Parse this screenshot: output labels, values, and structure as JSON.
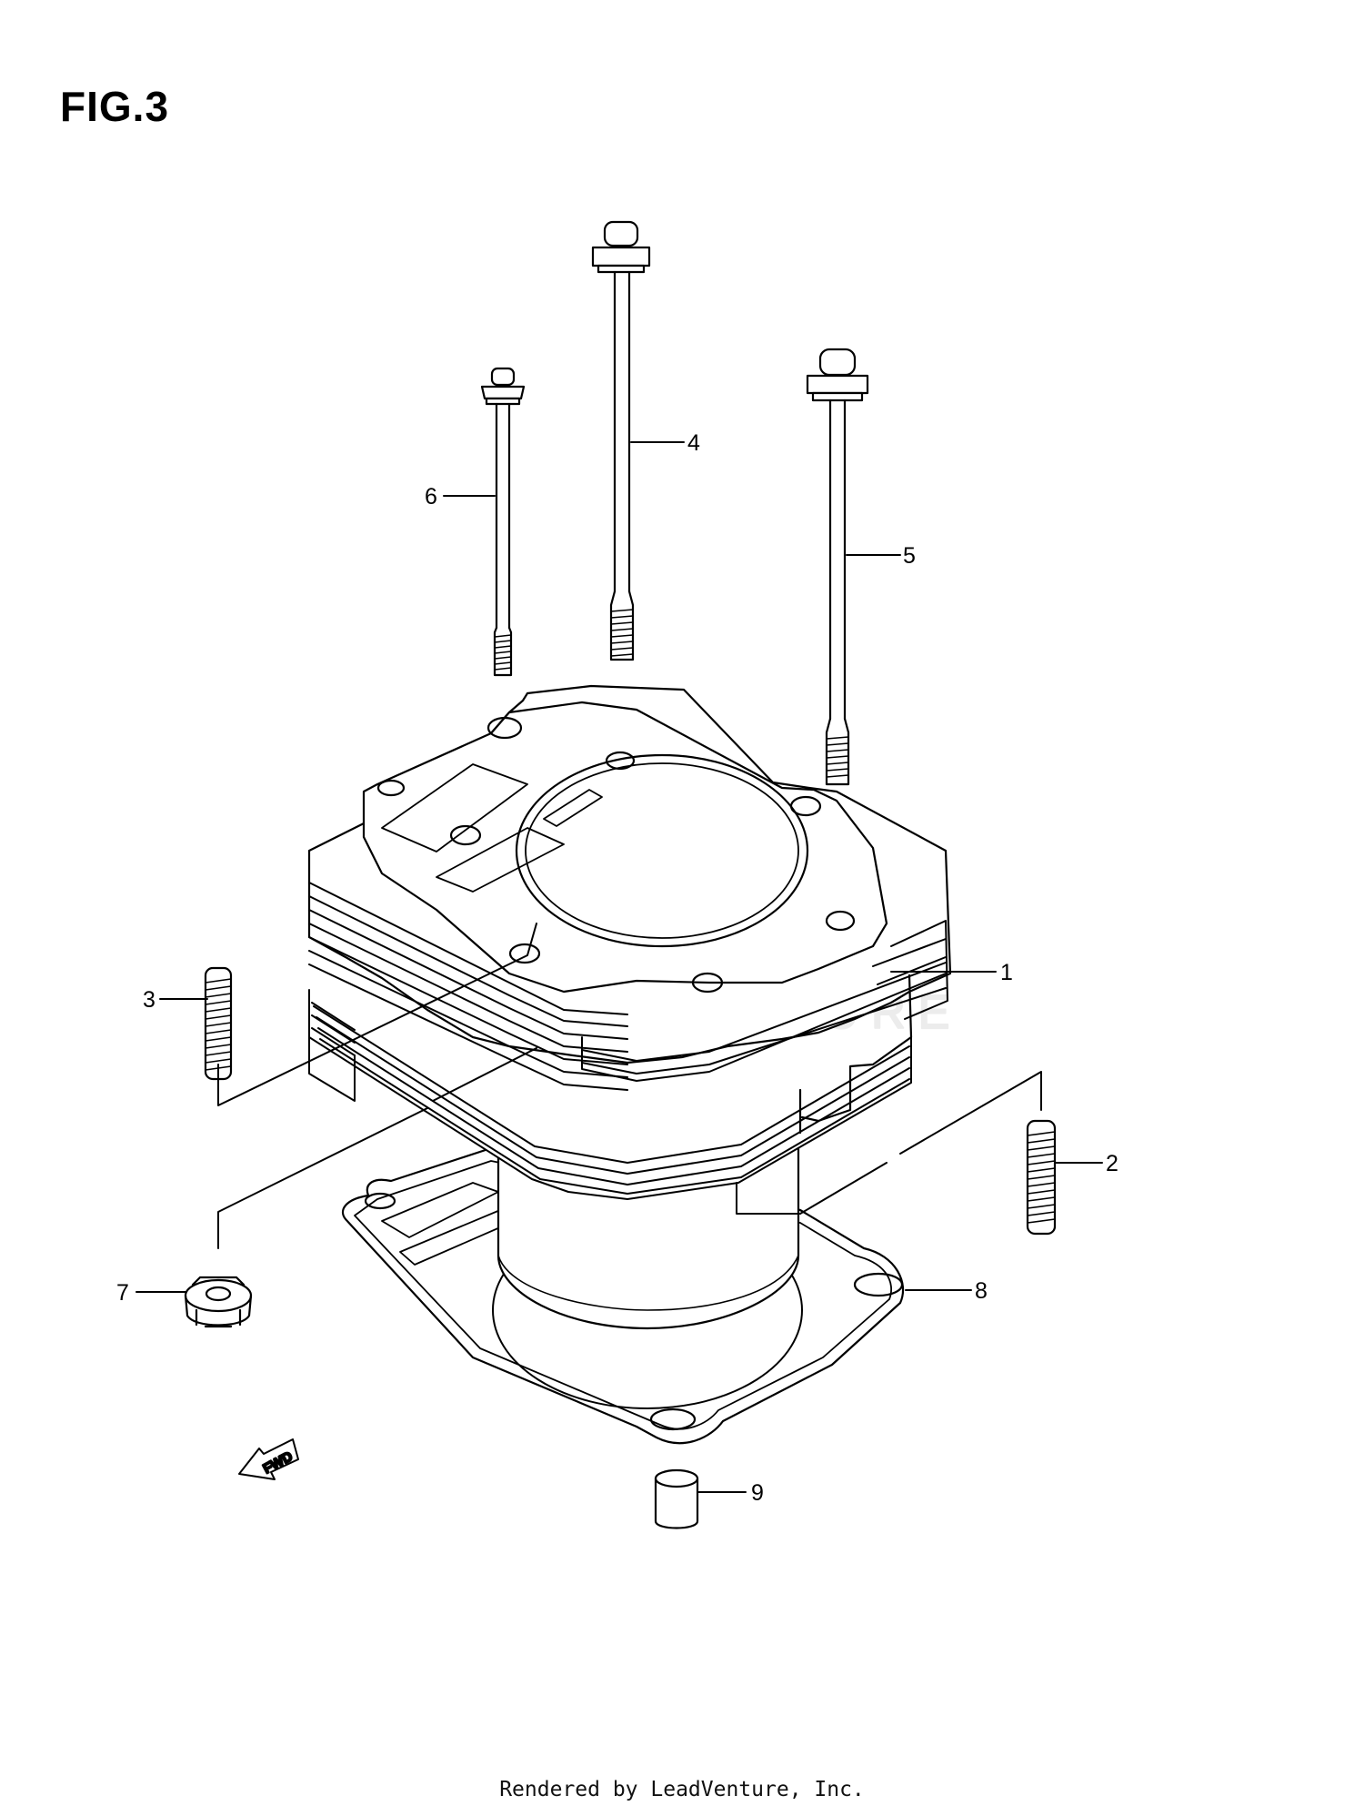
{
  "figure_label": "FIG.3",
  "footer_text": "Rendered by LeadVenture, Inc.",
  "watermark_text": "LEADVENTURE",
  "forward_marker": "FWD",
  "callouts": {
    "c1": "1",
    "c2": "2",
    "c3": "3",
    "c4": "4",
    "c5": "5",
    "c6": "6",
    "c7": "7",
    "c8": "8",
    "c9": "9"
  }
}
